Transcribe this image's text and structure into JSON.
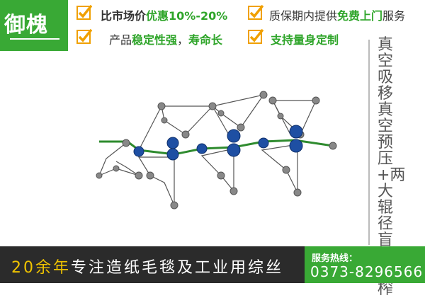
{
  "brand": {
    "name": "御槐"
  },
  "features": [
    {
      "prefix": "比市场价",
      "highlight": "优惠10%-20%",
      "suffix": ""
    },
    {
      "prefix": "质保期内提供",
      "highlight": "免费上门",
      "suffix": "服务"
    },
    {
      "prefix": "产品",
      "highlight": "稳定性强",
      "mid": "，",
      "highlight2": "寿命长",
      "suffix": ""
    },
    {
      "prefix": "",
      "highlight": "支持量身定制",
      "suffix": ""
    }
  ],
  "side_title": "真空吸移真空预压+两大辊径盲孔压榨",
  "footer": {
    "slogan_years": "20余年",
    "slogan_rest": "专注造纸毛毯及工业用综丝",
    "hotline_label": "服务热线：",
    "phone": "0373-8296566"
  },
  "colors": {
    "green": "#39a935",
    "dark": "#2b2b2b",
    "roller": "#1e4fa3",
    "felt": "#2e8b2e",
    "yellow": "#f0c400"
  }
}
